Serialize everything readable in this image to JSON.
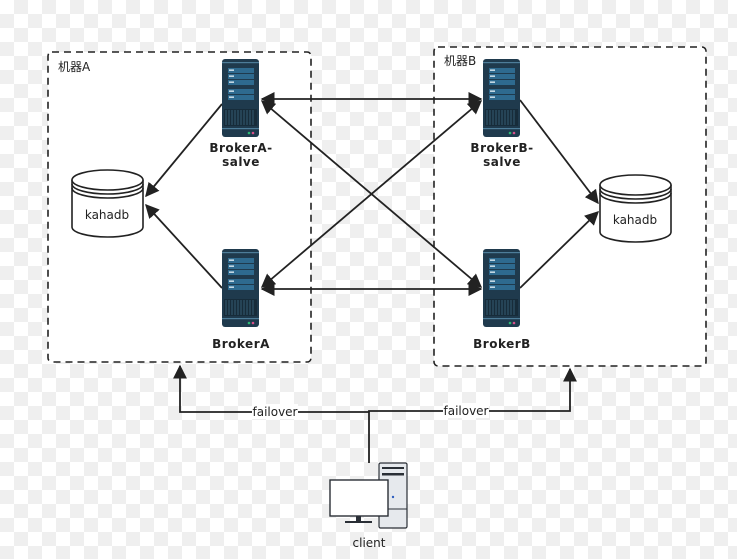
{
  "diagram": {
    "machines": [
      {
        "id": "machine-a",
        "label": "机器A"
      },
      {
        "id": "machine-b",
        "label": "机器B"
      }
    ],
    "brokers": {
      "broker_a_slave": {
        "label_line1": "BrokerA-",
        "label_line2": "salve",
        "icon": "server-icon"
      },
      "broker_b_slave": {
        "label_line1": "BrokerB-",
        "label_line2": "salve",
        "icon": "server-icon"
      },
      "broker_a": {
        "label": "BrokerA",
        "icon": "server-icon"
      },
      "broker_b": {
        "label": "BrokerB",
        "icon": "server-icon"
      }
    },
    "databases": {
      "db_a": {
        "label": "kahadb",
        "icon": "database-icon"
      },
      "db_b": {
        "label": "kahadb",
        "icon": "database-icon"
      }
    },
    "client": {
      "label": "client",
      "icon": "desktop-computer-icon"
    },
    "edges": {
      "failover_left": "failover",
      "failover_right": "failover"
    },
    "connections": [
      {
        "from": "BrokerA-salve",
        "to": "kahadb (A)",
        "type": "arrow"
      },
      {
        "from": "BrokerA",
        "to": "kahadb (A)",
        "type": "arrow"
      },
      {
        "from": "BrokerB-salve",
        "to": "kahadb (B)",
        "type": "arrow"
      },
      {
        "from": "BrokerB",
        "to": "kahadb (B)",
        "type": "arrow"
      },
      {
        "from": "BrokerA-salve",
        "to": "BrokerB-salve",
        "type": "bidirectional"
      },
      {
        "from": "BrokerA",
        "to": "BrokerB",
        "type": "bidirectional"
      },
      {
        "from": "BrokerA-salve",
        "to": "BrokerB",
        "type": "bidirectional"
      },
      {
        "from": "BrokerB-salve",
        "to": "BrokerA",
        "type": "bidirectional"
      },
      {
        "from": "client",
        "to": "机器A",
        "type": "arrow",
        "label": "failover"
      },
      {
        "from": "client",
        "to": "机器B",
        "type": "arrow",
        "label": "failover"
      }
    ],
    "colors": {
      "server_body": "#1f3a4d",
      "server_panel": "#2e6a8f",
      "server_led_green": "#2bb673",
      "server_led_pink": "#d9508a",
      "line": "#222222"
    }
  }
}
